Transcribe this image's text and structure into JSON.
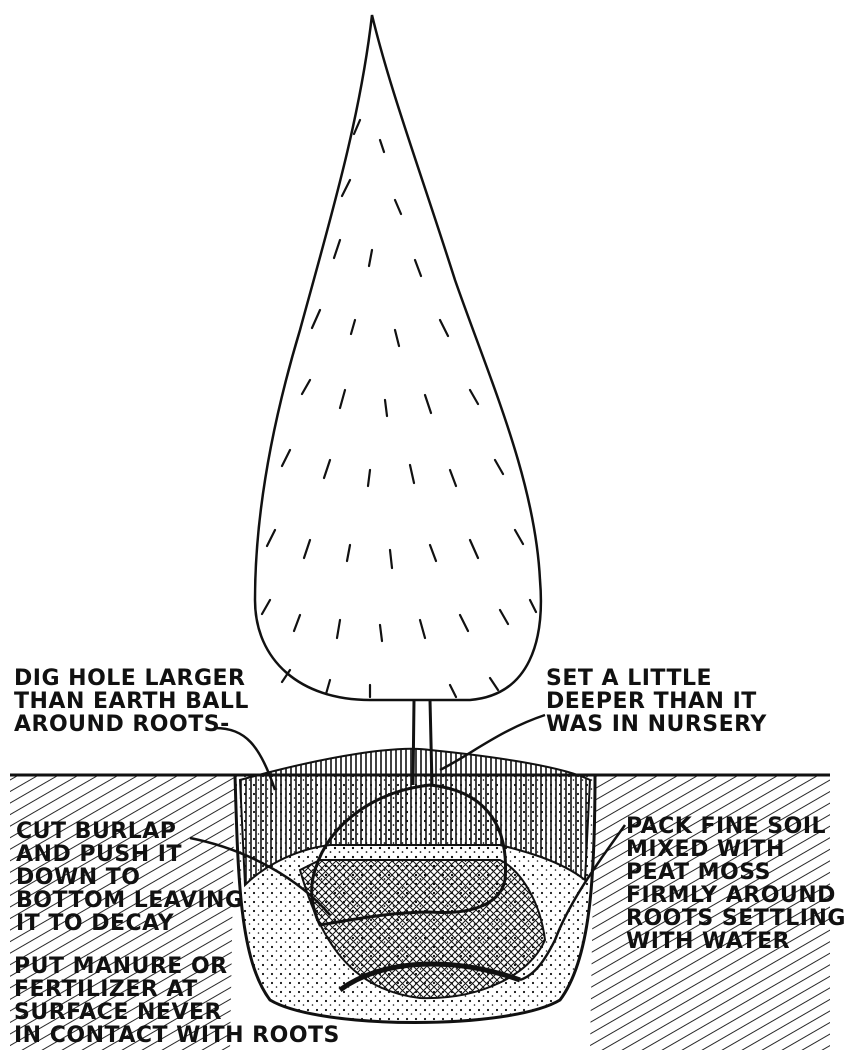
{
  "labels": {
    "dig_hole": [
      "DIG HOLE LARGER",
      "THAN EARTH BALL",
      "AROUND ROOTS-"
    ],
    "set_deeper": [
      "SET A LITTLE",
      "DEEPER THAN IT",
      "WAS IN NURSERY"
    ],
    "cut_burlap": [
      "CUT BURLAP",
      "AND PUSH IT",
      "DOWN TO",
      "BOTTOM LEAVING",
      "IT TO DECAY"
    ],
    "pack_soil": [
      "PACK FINE SOIL",
      "MIXED WITH",
      "PEAT MOSS",
      "FIRMLY AROUND",
      "ROOTS SETTLING",
      "WITH WATER"
    ],
    "manure": [
      "PUT MANURE OR",
      "FERTILIZER AT",
      "SURFACE NEVER",
      "IN CONTACT WITH ROOTS"
    ]
  },
  "colors": {
    "ink": "#111111",
    "paper": "#ffffff"
  }
}
